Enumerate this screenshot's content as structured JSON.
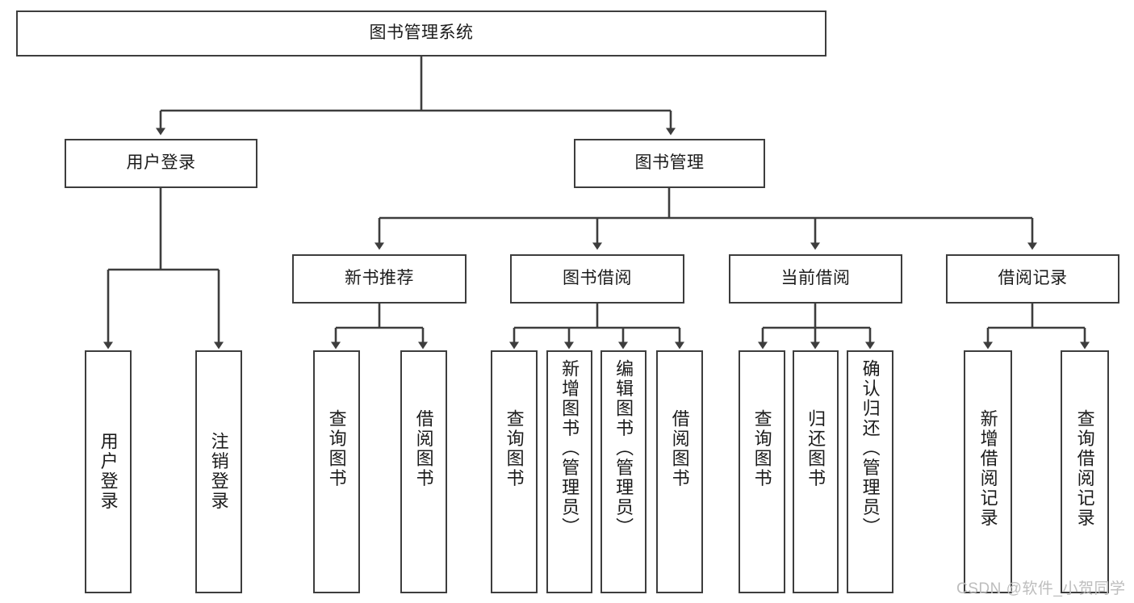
{
  "diagram": {
    "title": "图书管理系统",
    "type": "hierarchy-tree",
    "watermark": "CSDN @软件_小贺同学",
    "colors": {
      "box_border": "#3d3d3d",
      "box_fill": "#ffffff",
      "edge": "#3d3d3d",
      "text": "#1b1b1b",
      "watermark": "#bdbdbd"
    },
    "nodes": {
      "root": {
        "label": "图书管理系统"
      },
      "level2": [
        {
          "label": "用户登录"
        },
        {
          "label": "图书管理"
        }
      ],
      "level3": [
        {
          "label": "新书推荐"
        },
        {
          "label": "图书借阅"
        },
        {
          "label": "当前借阅"
        },
        {
          "label": "借阅记录"
        }
      ],
      "leaves": {
        "user_login": [
          {
            "label": "用户登录"
          },
          {
            "label": "注销登录"
          }
        ],
        "new_book": [
          {
            "label": "查询图书"
          },
          {
            "label": "借阅图书"
          }
        ],
        "book_borrow": [
          {
            "label": "查询图书"
          },
          {
            "label": "新增图书（管理员）"
          },
          {
            "label": "编辑图书（管理员）"
          },
          {
            "label": "借阅图书"
          }
        ],
        "current_borrow": [
          {
            "label": "查询图书"
          },
          {
            "label": "归还图书"
          },
          {
            "label": "确认归还（管理员）"
          }
        ],
        "borrow_record": [
          {
            "label": "新增借阅记录"
          },
          {
            "label": "查询借阅记录"
          }
        ]
      }
    }
  }
}
